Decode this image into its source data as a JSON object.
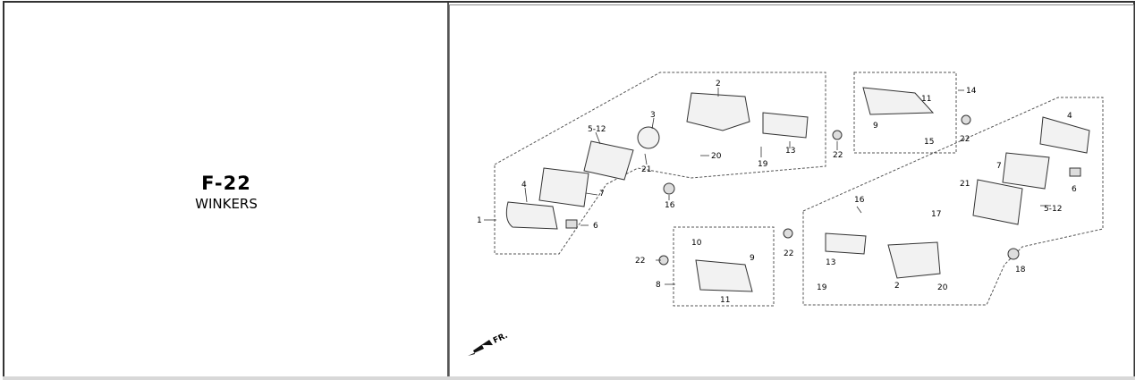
{
  "section": {
    "code": "F-22",
    "name": "WINKERS"
  },
  "diagram": {
    "front_label": "FR.",
    "callouts": [
      {
        "id": "c1",
        "text": "1"
      },
      {
        "id": "c2a",
        "text": "2"
      },
      {
        "id": "c3",
        "text": "3"
      },
      {
        "id": "c4a",
        "text": "4"
      },
      {
        "id": "c512a",
        "text": "5-12"
      },
      {
        "id": "c6a",
        "text": "6"
      },
      {
        "id": "c7a",
        "text": "7"
      },
      {
        "id": "c13a",
        "text": "13"
      },
      {
        "id": "c16a",
        "text": "16"
      },
      {
        "id": "c19a",
        "text": "19"
      },
      {
        "id": "c20a",
        "text": "20"
      },
      {
        "id": "c21a",
        "text": "21"
      },
      {
        "id": "c22a",
        "text": "22"
      },
      {
        "id": "c11a",
        "text": "11"
      },
      {
        "id": "c9a",
        "text": "9"
      },
      {
        "id": "c14",
        "text": "14"
      },
      {
        "id": "c15",
        "text": "15"
      },
      {
        "id": "c22b",
        "text": "22"
      },
      {
        "id": "c4b",
        "text": "4"
      },
      {
        "id": "c7b",
        "text": "7"
      },
      {
        "id": "c6b",
        "text": "6"
      },
      {
        "id": "c21b",
        "text": "21"
      },
      {
        "id": "c512b",
        "text": "5-12"
      },
      {
        "id": "c16b",
        "text": "16"
      },
      {
        "id": "c17",
        "text": "17"
      },
      {
        "id": "c13b",
        "text": "13"
      },
      {
        "id": "c18",
        "text": "18"
      },
      {
        "id": "c19b",
        "text": "19"
      },
      {
        "id": "c2b",
        "text": "2"
      },
      {
        "id": "c20b",
        "text": "20"
      },
      {
        "id": "c22c",
        "text": "22"
      },
      {
        "id": "c22d",
        "text": "22"
      },
      {
        "id": "c10",
        "text": "10"
      },
      {
        "id": "c9b",
        "text": "9"
      },
      {
        "id": "c8",
        "text": "8"
      },
      {
        "id": "c11b",
        "text": "11"
      }
    ]
  }
}
